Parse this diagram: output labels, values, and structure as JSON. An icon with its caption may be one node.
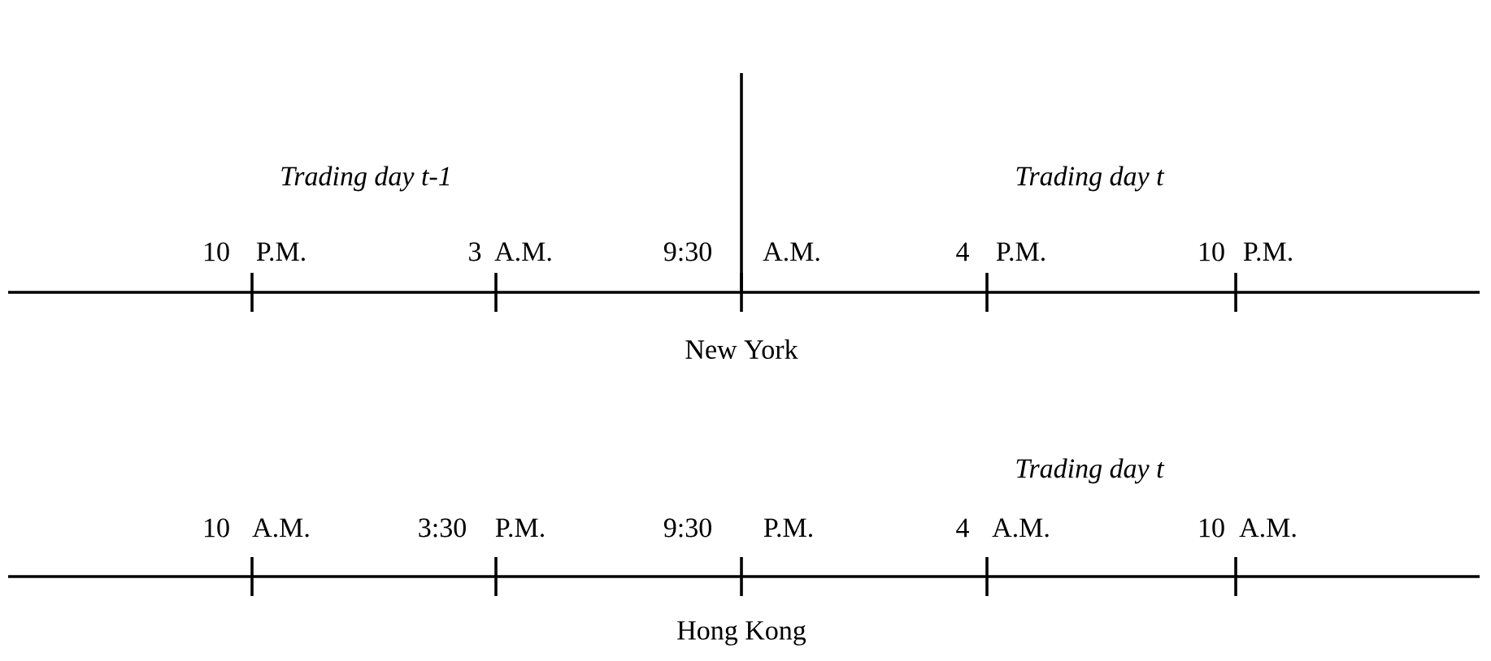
{
  "diagram": {
    "labels": [
      "Trading day t-1",
      "Trading day t",
      "10",
      "P.M.",
      "3",
      "A.M.",
      "9:30",
      "A.M.",
      "4",
      "P.M.",
      "10",
      "P.M.",
      "New York",
      "Trading day t",
      "10",
      "A.M.",
      "3:30",
      "P.M.",
      "9:30",
      "P.M.",
      "4",
      "A.M.",
      "10",
      "A.M.",
      "Hong Kong"
    ]
  }
}
